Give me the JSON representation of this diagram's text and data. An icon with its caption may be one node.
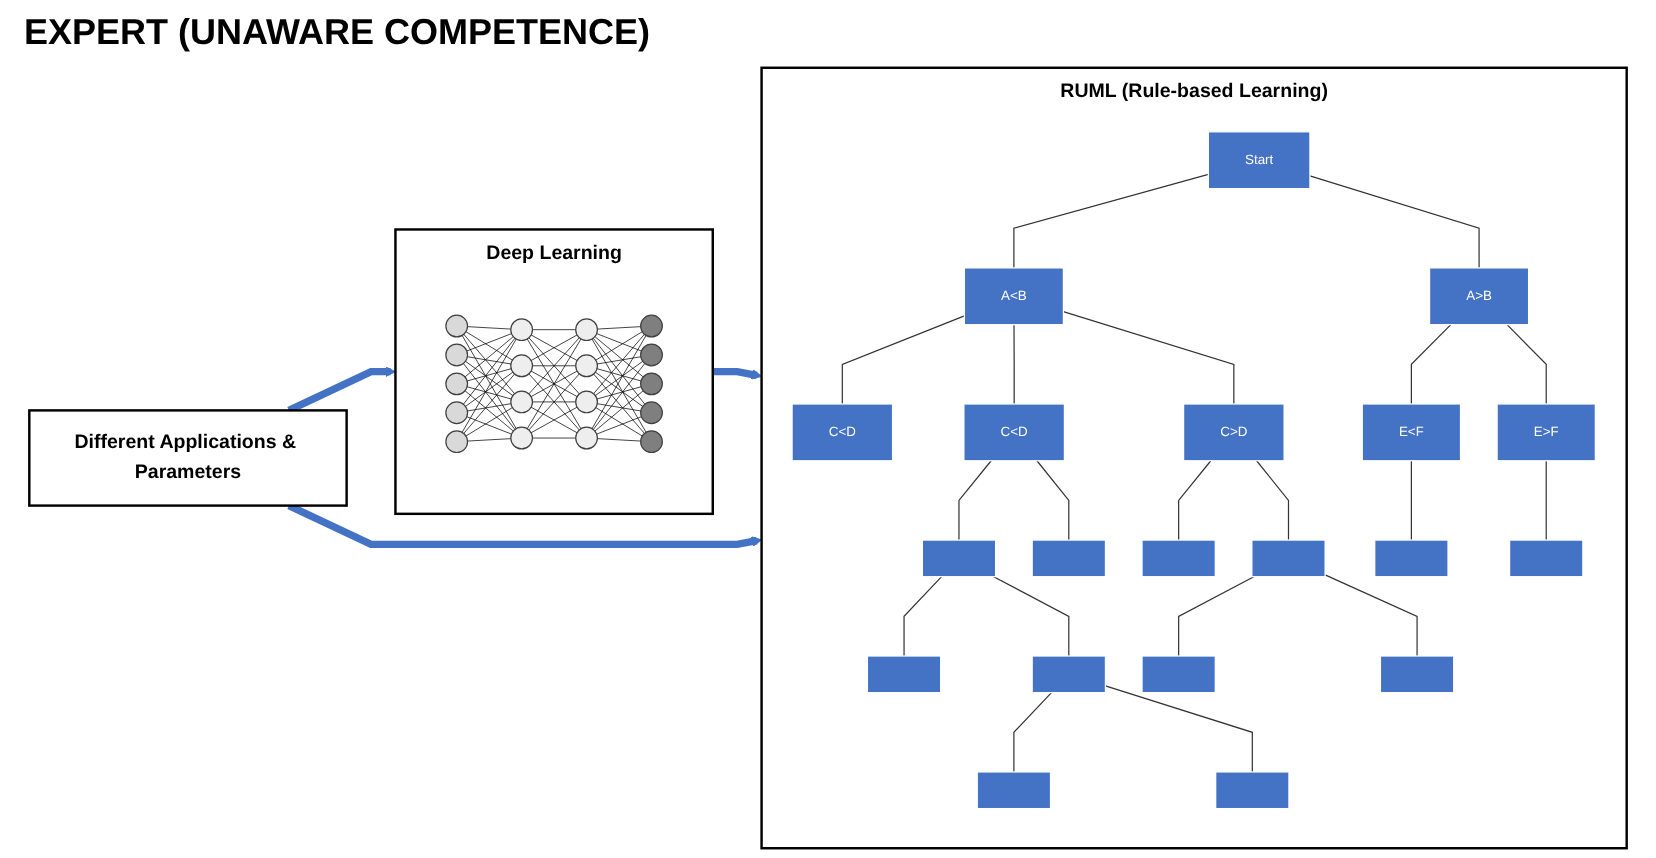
{
  "diagram": {
    "title": "EXPERT (UNAWARE COMPETENCE)",
    "nodes": [
      {
        "text": [
          "Different Applications & Parameters"
        ]
      },
      {
        "text": [
          "Deep Learning"
        ]
      },
      {
        "text": [],
        "shape": "picture",
        "in": 1
      },
      {
        "text": [
          "RUML (Rule-based Learning)"
        ]
      },
      {
        "text": [
          "Start"
        ],
        "in": 3
      },
      {
        "text": [
          "A<B"
        ],
        "in": 3
      },
      {
        "text": [
          "A>B"
        ],
        "in": 3
      },
      {
        "text": [
          "C<D"
        ],
        "in": 3
      },
      {
        "text": [
          "C<D"
        ],
        "in": 3
      },
      {
        "text": [
          "C>D"
        ],
        "in": 3
      },
      {
        "text": [
          "E<F"
        ],
        "in": 3
      },
      {
        "text": [
          "E>F"
        ],
        "in": 3
      },
      {
        "text": [],
        "shape": "box",
        "in": 3
      },
      {
        "text": [],
        "shape": "box",
        "in": 3
      },
      {
        "text": [],
        "shape": "box",
        "in": 3
      },
      {
        "text": [],
        "shape": "box",
        "in": 3
      },
      {
        "text": [],
        "shape": "box",
        "in": 3
      },
      {
        "text": [],
        "shape": "box",
        "in": 3
      },
      {
        "text": [],
        "shape": "box",
        "in": 3
      },
      {
        "text": [],
        "shape": "box",
        "in": 3
      },
      {
        "text": [],
        "shape": "box",
        "in": 3
      },
      {
        "text": [],
        "shape": "box",
        "in": 3
      },
      {
        "text": [],
        "shape": "box",
        "in": 3
      },
      {
        "text": [],
        "shape": "box",
        "in": 3
      }
    ],
    "edges": [
      {
        "from": 0,
        "to": 1,
        "arrow": "to",
        "style": "thick",
        "color": "#4472c4"
      },
      {
        "from": 1,
        "to": 3,
        "arrow": "to",
        "style": "thick",
        "color": "#4472c4"
      },
      {
        "from": 0,
        "to": 3,
        "arrow": "to",
        "style": "thick",
        "color": "#4472c4"
      },
      {
        "from": 4,
        "to": 5,
        "arrow": "none"
      },
      {
        "from": 4,
        "to": 6,
        "arrow": "none"
      },
      {
        "from": 5,
        "to": 7,
        "arrow": "none"
      },
      {
        "from": 5,
        "to": 8,
        "arrow": "none"
      },
      {
        "from": 5,
        "to": 9,
        "arrow": "none"
      },
      {
        "from": 6,
        "to": 10,
        "arrow": "none"
      },
      {
        "from": 6,
        "to": 11,
        "arrow": "none"
      },
      {
        "from": 8,
        "to": 12,
        "arrow": "none"
      },
      {
        "from": 8,
        "to": 13,
        "arrow": "none"
      },
      {
        "from": 9,
        "to": 14,
        "arrow": "none"
      },
      {
        "from": 9,
        "to": 15,
        "arrow": "none"
      },
      {
        "from": 10,
        "to": 16,
        "arrow": "none"
      },
      {
        "from": 11,
        "to": 17,
        "arrow": "none"
      },
      {
        "from": 12,
        "to": 18,
        "arrow": "none"
      },
      {
        "from": 12,
        "to": 19,
        "arrow": "none"
      },
      {
        "from": 15,
        "to": 20,
        "arrow": "none"
      },
      {
        "from": 15,
        "to": 21,
        "arrow": "none"
      },
      {
        "from": 19,
        "to": 22,
        "arrow": "none"
      },
      {
        "from": 19,
        "to": 23,
        "arrow": "none"
      }
    ]
  }
}
